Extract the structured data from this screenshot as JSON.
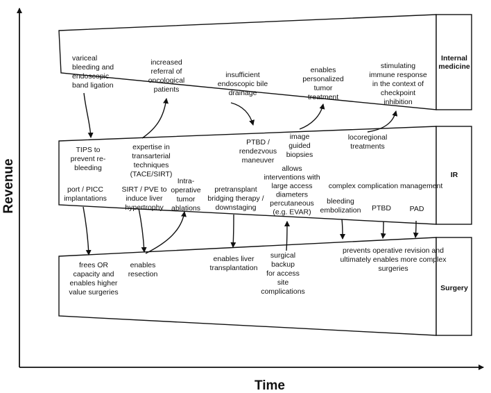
{
  "axes": {
    "x_title": "Time",
    "y_title": "Revenue"
  },
  "domains": {
    "internal_medicine": {
      "label_lines": [
        "Internal",
        "medicine"
      ]
    },
    "ir": {
      "label_lines": [
        "IR"
      ]
    },
    "surgery": {
      "label_lines": [
        "Surgery"
      ]
    }
  },
  "texts": {
    "variceal": [
      "variceal",
      "bleeding and",
      "endoscopic",
      "band ligation"
    ],
    "referral": [
      "increased",
      "referral of",
      "oncological",
      "patients"
    ],
    "bile": [
      "insufficient",
      "endoscopic bile",
      "drainage"
    ],
    "personalized": [
      "enables",
      "personalized",
      "tumor",
      "treatment"
    ],
    "immune": [
      "stimulating",
      "immune response",
      "in the context of",
      "checkpoint",
      "inhibition"
    ],
    "tips": [
      "TIPS to",
      "prevent re-",
      "bleeding"
    ],
    "expertise": [
      "expertise in",
      "transarterial",
      "techniques",
      "(TACE/SIRT)"
    ],
    "ptbd_rendezvous": [
      "PTBD /",
      "rendezvous",
      "maneuver"
    ],
    "image_guided": [
      "image",
      "guided",
      "biopsies"
    ],
    "locoregional": [
      "locoregional",
      "treatments"
    ],
    "port": [
      "port / PICC",
      "implantations"
    ],
    "sirt": [
      "SIRT / PVE to",
      "induce liver",
      "hypertrophy"
    ],
    "ablations": [
      "Intra-",
      "operative",
      "tumor",
      "ablations"
    ],
    "pretransplant": [
      "pretransplant",
      "bridging therapy /",
      "downstaging"
    ],
    "allows": [
      "allows",
      "interventions with",
      "large access",
      "diameters",
      "percutaneous",
      "(e.g. EVAR)"
    ],
    "complex": [
      "complex complication management"
    ],
    "bleeding_emb": [
      "bleeding",
      "embolization"
    ],
    "ptbd": [
      "PTBD"
    ],
    "pad": [
      "PAD"
    ],
    "frees": [
      "frees OR",
      "capacity and",
      "enables higher",
      "value surgeries"
    ],
    "resection": [
      "enables",
      "resection"
    ],
    "liver_tx": [
      "enables liver",
      "transplantation"
    ],
    "backup": [
      "surgical",
      "backup",
      "for access",
      "site",
      "complications"
    ],
    "prevents": [
      "prevents operative revision and",
      "ultimately enables more complex",
      "surgeries"
    ]
  }
}
